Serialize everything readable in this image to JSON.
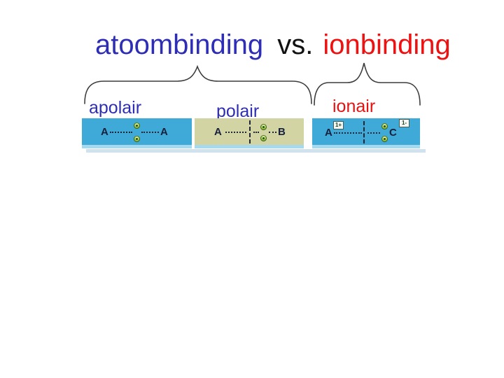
{
  "title": {
    "left": "atoombinding",
    "middle": "vs.",
    "right": "ionbinding",
    "left_color": "#2d2db5",
    "middle_color": "#111111",
    "right_color": "#ee1111"
  },
  "group_labels": [
    {
      "label": "apolair",
      "color": "#2d2db5"
    },
    {
      "label": "polair",
      "color": "#2d2db5"
    },
    {
      "label": "ionair",
      "color": "#e51212"
    }
  ],
  "braces": [
    {
      "name": "atoombinding-brace",
      "groups_spanned": [
        "apolair",
        "polair"
      ]
    },
    {
      "name": "ionbinding-brace",
      "groups_spanned": [
        "ionair"
      ]
    }
  ],
  "panels": [
    {
      "type": "apolair",
      "bg_color": "#3fa9d8",
      "left_atom": "A",
      "right_atom": "A",
      "electron_pair_position": "centered-between-atoms",
      "has_center_divider": false
    },
    {
      "type": "polair",
      "bg_color": "#d2d4a4",
      "left_atom": "A",
      "right_atom": "B",
      "electron_pair_position": "shifted-toward-B",
      "has_center_divider": true
    },
    {
      "type": "ionair",
      "bg_color": "#3fa9d8",
      "left_atom": "A",
      "left_atom_charge": "1+",
      "right_atom": "C",
      "right_atom_charge": "1-",
      "electron_pair_position": "fully-at-C",
      "has_center_divider": true
    }
  ],
  "colors": {
    "electron_green": "#76b42c",
    "dash_line": "#1e2636",
    "panel_blue": "#3fa9d8",
    "panel_olive": "#d2d4a4",
    "panel_bottom_strip": "#a6d8ee",
    "brace_stroke": "#3c3c3c"
  }
}
